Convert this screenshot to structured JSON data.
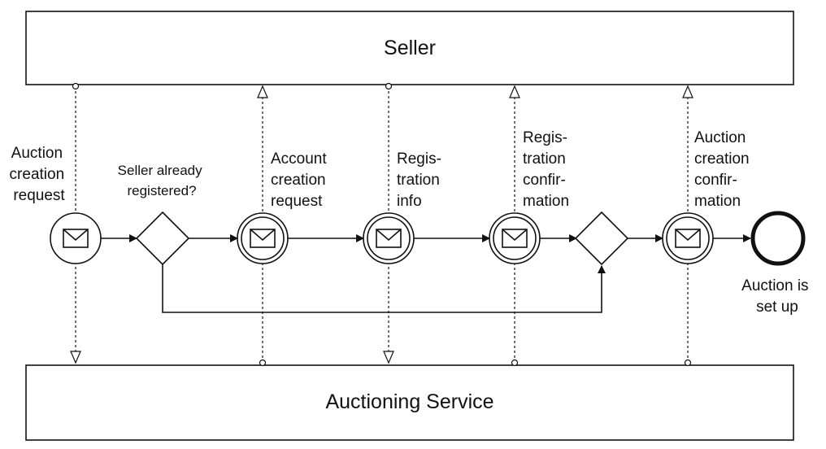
{
  "pools": {
    "top": "Seller",
    "bottom": "Auctioning Service"
  },
  "events": {
    "start": [
      "Auction",
      "creation",
      "request"
    ],
    "account": [
      "Account",
      "creation",
      "request"
    ],
    "reginfo": [
      "Regis-",
      "tration",
      "info"
    ],
    "regconf": [
      "Regis-",
      "tration",
      "confir-",
      "mation"
    ],
    "auctionconf": [
      "Auction",
      "creation",
      "confir-",
      "mation"
    ],
    "end": [
      "Auction is",
      "set up"
    ]
  },
  "gateways": {
    "first": [
      "Seller already",
      "registered?"
    ]
  },
  "icons": {
    "message": "envelope-icon",
    "gateway": "diamond-icon",
    "end": "end-circle-icon"
  }
}
